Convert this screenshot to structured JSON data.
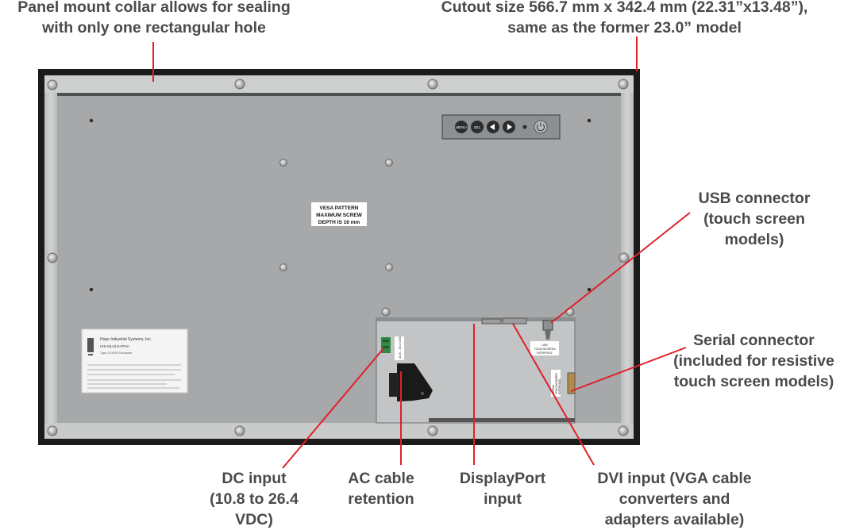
{
  "callouts": {
    "panel_mount": [
      "Panel mount collar allows for sealing",
      "with only one rectangular hole"
    ],
    "cutout": [
      "Cutout size 566.7 mm x 342.4 mm (22.31”x13.48”),",
      "same as the former 23.0” model"
    ],
    "usb": [
      "USB connector",
      "(touch screen",
      "models)"
    ],
    "serial": [
      "Serial connector",
      "(included for resistive",
      "touch screen models)"
    ],
    "dc": [
      "DC input",
      "(10.8 to 26.4",
      "VDC)"
    ],
    "ac": [
      "AC cable",
      "retention"
    ],
    "displayport": [
      "DisplayPort",
      "input"
    ],
    "dvi": [
      "DVI input (VGA cable",
      "converters and",
      "adapters available)"
    ]
  },
  "panel": {
    "vesa_label": [
      "VESA PATTERN",
      "MAXIMUM SCREW",
      "DEPTH IS 16 mm"
    ],
    "buttons": [
      "MENU",
      "SEL"
    ],
    "usb_port_label": [
      "USB",
      "TOUCHSCREEN",
      "INTERFACE"
    ],
    "serial_port_label": [
      "SERIAL",
      "TOUCHSCREEN",
      "INTERFACE"
    ],
    "dc_label": [
      "10.8 - 26.4 VDC"
    ],
    "product_label": {
      "company": "Hope Industrial Systems, Inc.",
      "model": "HIS-ML23.8-FPVA",
      "type": "Type 12/4/4X Enclosure"
    }
  },
  "colors": {
    "callout_line": "#e0202a",
    "callout_text": "#4a4a4a",
    "bezel": "#1a1a1a",
    "collar": "#c4c6c6",
    "back_plate": "#a6a8aa"
  }
}
